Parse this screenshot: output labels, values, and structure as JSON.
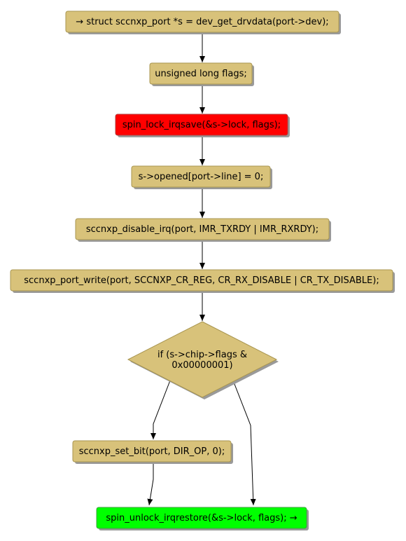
{
  "colors": {
    "node_fill": "#D8C27A",
    "node_stroke": "#A89550",
    "shadow": "#9A9A9A",
    "lock_fill": "#FF0000",
    "unlock_fill": "#00FF00",
    "edge": "#000000",
    "background": "#FFFFFF"
  },
  "nodes": {
    "n1": "→ struct sccnxp_port *s = dev_get_drvdata(port->dev);",
    "n2": "unsigned long flags;",
    "n3": "spin_lock_irqsave(&s->lock, flags);",
    "n4": "s->opened[port->line] = 0;",
    "n5": "sccnxp_disable_irq(port, IMR_TXRDY | IMR_RXRDY);",
    "n6": "sccnxp_port_write(port, SCCNXP_CR_REG, CR_RX_DISABLE | CR_TX_DISABLE);",
    "decision": {
      "line1": "if (s->chip->flags &",
      "line2": "0x00000001)"
    },
    "n8": "sccnxp_set_bit(port, DIR_OP, 0);",
    "n9": "spin_unlock_irqrestore(&s->lock, flags); →"
  }
}
